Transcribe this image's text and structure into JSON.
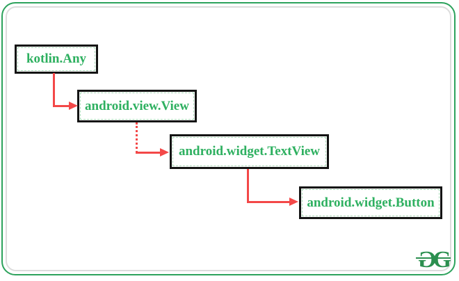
{
  "diagram": {
    "description": "Kotlin Android class inheritance hierarchy",
    "nodes": [
      {
        "id": "kotlin-any",
        "label": "kotlin.Any"
      },
      {
        "id": "android-view-view",
        "label": "android.view.View"
      },
      {
        "id": "android-widget-textview",
        "label": "android.widget.TextView"
      },
      {
        "id": "android-widget-button",
        "label": "android.widget.Button"
      }
    ],
    "edges": [
      {
        "from": "kotlin.Any",
        "to": "android.view.View"
      },
      {
        "from": "android.view.View",
        "to": "android.widget.TextView"
      },
      {
        "from": "android.widget.TextView",
        "to": "android.widget.Button"
      }
    ],
    "colors": {
      "node_text": "#2eb060",
      "node_border": "#141414",
      "arrow": "#f34848",
      "frame_border": "#2da25c",
      "frame_inner_border": "#dcdcdc",
      "watermark": "#2b8f4f"
    },
    "watermark": {
      "name": "geeksforgeeks-logo",
      "letter": "G"
    }
  }
}
